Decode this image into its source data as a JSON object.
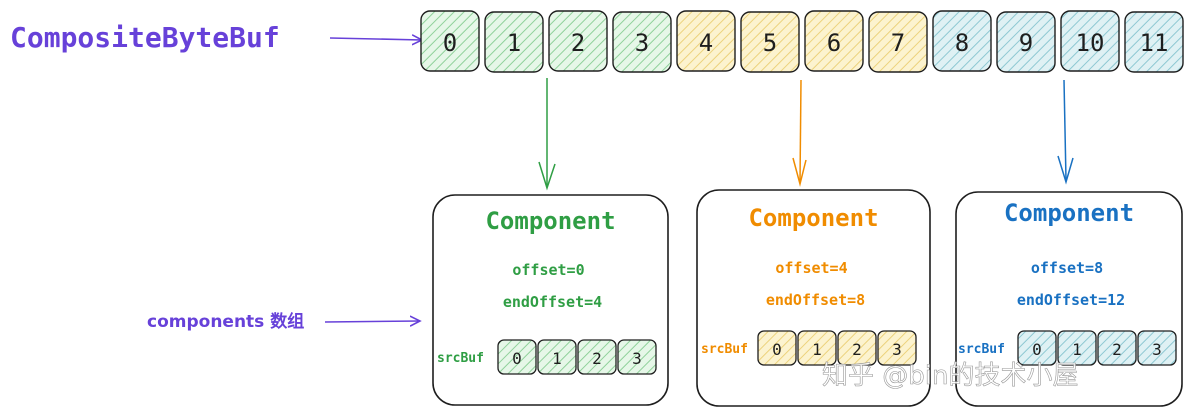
{
  "title": "CompositeByteBuf",
  "bytes": [
    "0",
    "1",
    "2",
    "3",
    "4",
    "5",
    "6",
    "7",
    "8",
    "9",
    "10",
    "11"
  ],
  "components_label": "components 数组",
  "watermark": "知乎 @bin的技术小屋",
  "colors": {
    "purple": "#6741d9",
    "green": "#2f9e44",
    "orange": "#f08c00",
    "blue": "#1971c2",
    "fill_green": "#d3f9d8",
    "fill_yellow": "#ffec99",
    "fill_blue": "#c5e8ee"
  },
  "components": [
    {
      "title": "Component",
      "offset": "offset=0",
      "end_offset": "endOffset=4",
      "src_label": "srcBuf",
      "src_bytes": [
        "0",
        "1",
        "2",
        "3"
      ],
      "color": "green"
    },
    {
      "title": "Component",
      "offset": "offset=4",
      "end_offset": "endOffset=8",
      "src_label": "srcBuf",
      "src_bytes": [
        "0",
        "1",
        "2",
        "3"
      ],
      "color": "orange"
    },
    {
      "title": "Component",
      "offset": "offset=8",
      "end_offset": "endOffset=12",
      "src_label": "srcBuf",
      "src_bytes": [
        "0",
        "1",
        "2",
        "3"
      ],
      "color": "blue"
    }
  ]
}
